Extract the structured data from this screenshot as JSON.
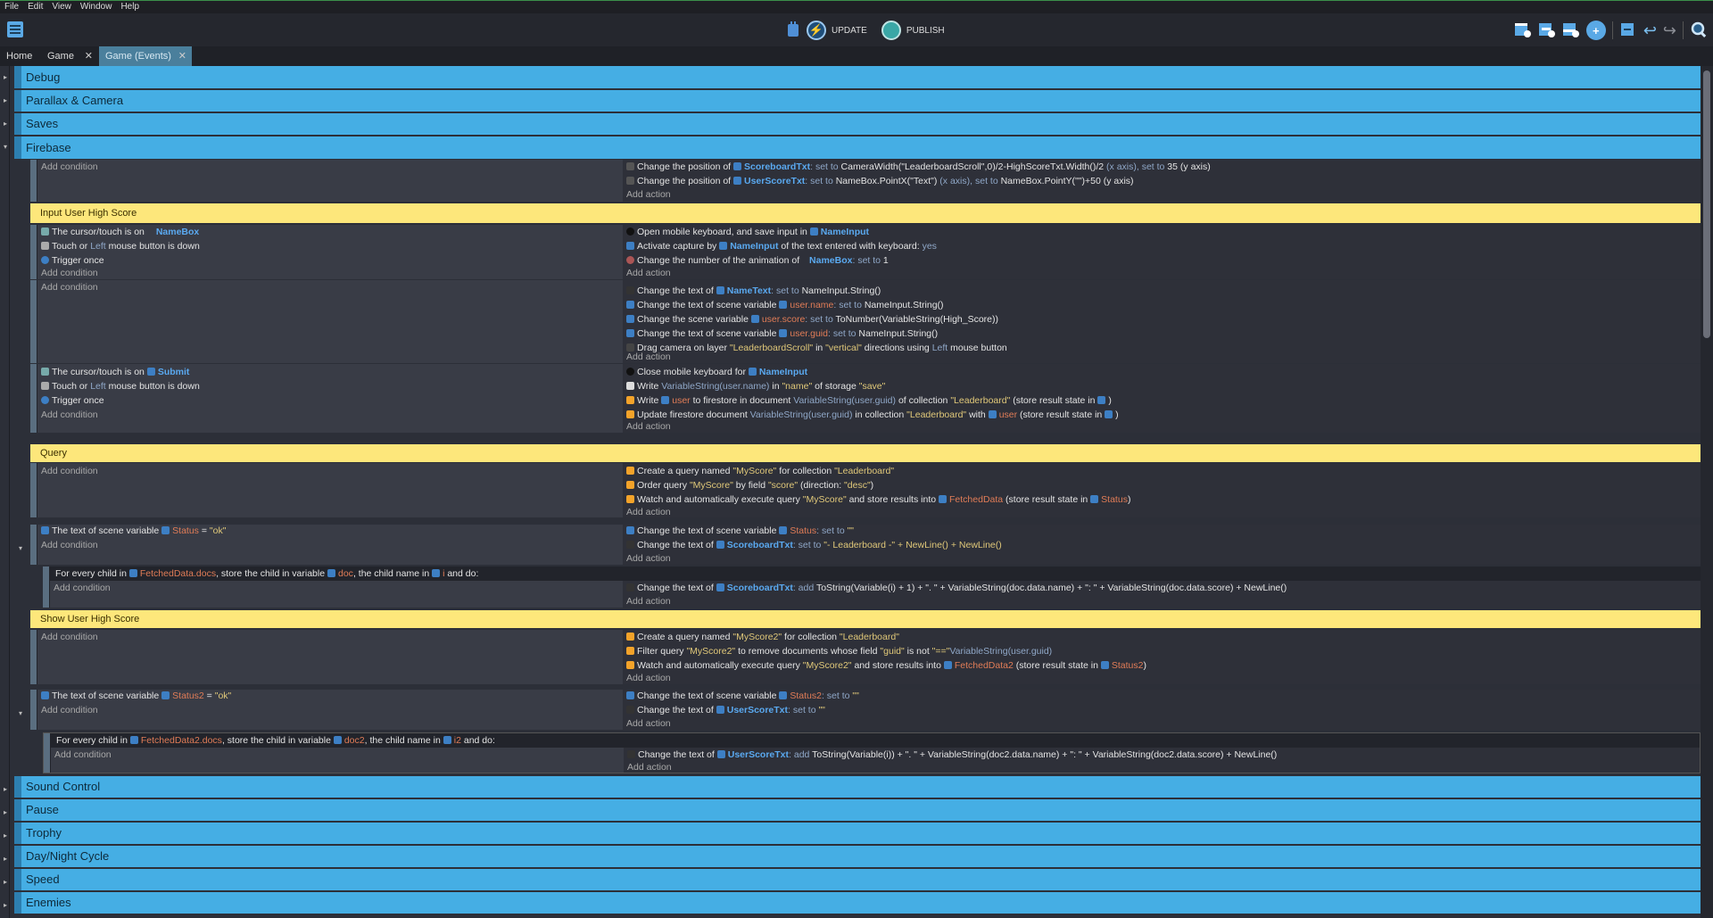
{
  "menu": [
    "File",
    "Edit",
    "View",
    "Window",
    "Help"
  ],
  "toolbar": {
    "update": "UPDATE",
    "publish": "PUBLISH"
  },
  "tabs": [
    {
      "label": "Home"
    },
    {
      "label": "Game"
    },
    {
      "label": "Game (Events)"
    }
  ],
  "groups": {
    "debug": "Debug",
    "parallax": "Parallax & Camera",
    "saves": "Saves",
    "firebase": "Firebase",
    "sound": "Sound Control",
    "pause": "Pause",
    "trophy": "Trophy",
    "daynight": "Day/Night Cycle",
    "speed": "Speed",
    "enemies": "Enemies"
  },
  "comments": {
    "input": "Input User High Score",
    "query": "Query",
    "show": "Show User High Score"
  },
  "labels": {
    "add_condition": "Add condition",
    "add_action": "Add action"
  },
  "e1": {
    "a1": [
      "Change the position of ",
      "ScoreboardTxt",
      ": set to ",
      "CameraWidth(\"LeaderboardScroll\",0)/2-HighScoreTxt.Width()/2",
      " (x axis), set to ",
      "35",
      " (y axis)"
    ],
    "a2": [
      "Change the position of ",
      "UserScoreTxt",
      ": set to ",
      "NameBox.PointX(\"Text\")",
      " (x axis), set to ",
      "NameBox.PointY(\"\")+50",
      " (y axis)"
    ]
  },
  "e2": {
    "c1": [
      "The cursor/touch is on ",
      "NameBox"
    ],
    "c2": [
      "Touch or ",
      "Left",
      " mouse button is down"
    ],
    "c3": "Trigger once",
    "a1": [
      "Open mobile keyboard, and save input in ",
      "NameInput"
    ],
    "a2": [
      "Activate capture by ",
      "NameInput",
      " of the text entered with keyboard: ",
      "yes"
    ],
    "a3": [
      "Change the number of the animation of ",
      "NameBox",
      ": set to ",
      "1"
    ]
  },
  "e3": {
    "a1": [
      "Change the text of ",
      "NameText",
      ": set to ",
      "NameInput.String()"
    ],
    "a2": [
      "Change the text of scene variable ",
      "user.name",
      ": set to ",
      "NameInput.String()"
    ],
    "a3": [
      "Change the scene variable ",
      "user.score",
      ": set to ",
      "ToNumber(VariableString(High_Score))"
    ],
    "a4": [
      "Change the text of scene variable ",
      "user.guid",
      ": set to ",
      "NameInput.String()"
    ],
    "a5": [
      "Drag camera on layer ",
      "\"LeaderboardScroll\"",
      " in ",
      "\"vertical\"",
      " directions using ",
      "Left",
      " mouse button"
    ]
  },
  "e4": {
    "c1": [
      "The cursor/touch is on ",
      "Submit"
    ],
    "c2": [
      "Touch or ",
      "Left",
      " mouse button is down"
    ],
    "c3": "Trigger once",
    "a1": [
      "Close mobile keyboard for ",
      "NameInput"
    ],
    "a2": [
      "Write ",
      "VariableString(user.name)",
      " in ",
      "\"name\"",
      " of storage ",
      "\"save\""
    ],
    "a3": [
      "Write ",
      "user",
      " to firestore in document ",
      "VariableString(user.guid)",
      " of collection ",
      "\"Leaderboard\"",
      " (store result state in ",
      ")"
    ],
    "a4": [
      "Update firestore document ",
      "VariableString(user.guid)",
      " in collection ",
      "\"Leaderboard\"",
      " with ",
      "user",
      " (store result state in ",
      ")"
    ]
  },
  "e5": {
    "a1": [
      "Create a query named ",
      "\"MyScore\"",
      " for collection ",
      "\"Leaderboard\""
    ],
    "a2": [
      "Order query ",
      "\"MyScore\"",
      " by field ",
      "\"score\"",
      " (direction: ",
      "\"desc\"",
      ")"
    ],
    "a3": [
      "Watch and automatically execute query ",
      "\"MyScore\"",
      " and store results into ",
      "FetchedData",
      " (store result state in ",
      "Status",
      ")"
    ]
  },
  "e6": {
    "c1": [
      "The text of scene variable ",
      "Status",
      " = ",
      "\"ok\""
    ],
    "a1": [
      "Change the text of scene variable ",
      "Status",
      ": set to ",
      "\"\""
    ],
    "a2": [
      "Change the text of ",
      "ScoreboardTxt",
      ": set to ",
      "\"- Leaderboard -\" + NewLine() + NewLine()"
    ]
  },
  "e7": {
    "head": [
      "For every child in ",
      "FetchedData.docs",
      ", store the child in variable ",
      "doc",
      ", the child name in ",
      "i",
      " and do:"
    ],
    "a1": [
      "Change the text of ",
      "ScoreboardTxt",
      ": add ",
      "ToString(Variable(i) + 1) + \". \" + VariableString(doc.data.name) + \": \" + VariableString(doc.data.score) + NewLine()"
    ]
  },
  "e8": {
    "a1": [
      "Create a query named ",
      "\"MyScore2\"",
      " for collection ",
      "\"Leaderboard\""
    ],
    "a2": [
      "Filter query ",
      "\"MyScore2\"",
      " to remove documents whose field ",
      "\"guid\"",
      " is not ",
      "\"==\"",
      "VariableString(user.guid)"
    ],
    "a3": [
      "Watch and automatically execute query ",
      "\"MyScore2\"",
      " and store results into ",
      "FetchedData2",
      " (store result state in ",
      "Status2",
      ")"
    ]
  },
  "e9": {
    "c1": [
      "The text of scene variable ",
      "Status2",
      " = ",
      "\"ok\""
    ],
    "a1": [
      "Change the text of scene variable ",
      "Status2",
      ": set to ",
      "\"\""
    ],
    "a2": [
      "Change the text of ",
      "UserScoreTxt",
      ": set to ",
      "\"\""
    ]
  },
  "e10": {
    "head": [
      "For every child in ",
      "FetchedData2.docs",
      ", store the child in variable ",
      "doc2",
      ", the child name in ",
      "i2",
      " and do:"
    ],
    "a1": [
      "Change the text of ",
      "UserScoreTxt",
      ": add ",
      "ToString(Variable(i)) + \". \" + VariableString(doc2.data.name) + \": \" + VariableString(doc2.data.score) + NewLine()"
    ]
  },
  "colors": {
    "group": "#45aee4",
    "comment": "#fde77b",
    "link": "#5aa9f0",
    "variable": "#e07c57",
    "string": "#e0c879"
  }
}
